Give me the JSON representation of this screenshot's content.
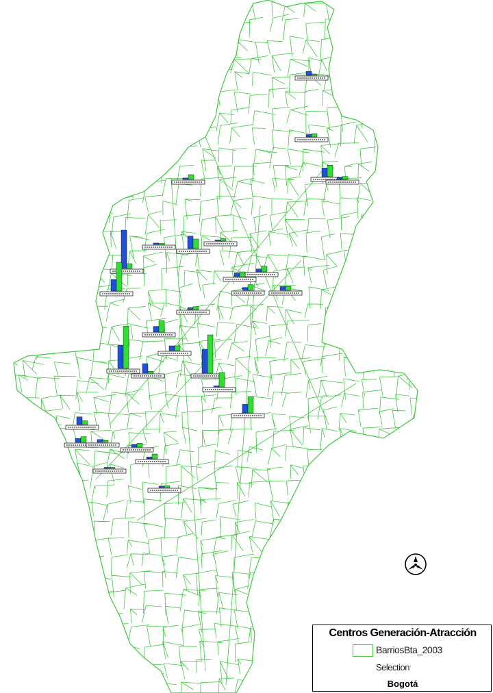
{
  "map": {
    "boundary_color": "#3ec93e",
    "generation_color": "#1f4fe0",
    "attraction_color": "#2ee02e",
    "centers": [
      {
        "label": "",
        "gen": 0.4,
        "att": 0.05
      },
      {
        "label": "",
        "gen": 0.25,
        "att": 0.35
      },
      {
        "label": "",
        "gen": 0.9,
        "att": 1.2
      },
      {
        "label": "",
        "gen": 0.15,
        "att": 0.5
      },
      {
        "label": "",
        "gen": 0.2,
        "att": 0.3
      },
      {
        "label": "",
        "gen": 0.1,
        "att": 0.25
      },
      {
        "label": "",
        "gen": 0.15,
        "att": 0.1
      },
      {
        "label": "",
        "gen": 1.3,
        "att": 1.0
      },
      {
        "label": "",
        "gen": 4.0,
        "att": 0.5
      },
      {
        "label": "",
        "gen": 0.3,
        "att": 0.6
      },
      {
        "label": "",
        "gen": 0.4,
        "att": 0.5
      },
      {
        "label": "",
        "gen": 0.3,
        "att": 0.6
      },
      {
        "label": "",
        "gen": 0.4,
        "att": 0.4
      },
      {
        "label": "",
        "gen": 1.2,
        "att": 3.0
      },
      {
        "label": "",
        "gen": 0.2,
        "att": 0.3
      },
      {
        "label": "",
        "gen": 0.6,
        "att": 1.2
      },
      {
        "label": "",
        "gen": 0.5,
        "att": 0.5
      },
      {
        "label": "",
        "gen": 2.4,
        "att": 4.4
      },
      {
        "label": "",
        "gen": 1.0,
        "att": 0.2
      },
      {
        "label": "",
        "gen": 2.5,
        "att": 4.0
      },
      {
        "label": "",
        "gen": 0.1,
        "att": 1.5
      },
      {
        "label": "",
        "gen": 0.9,
        "att": 1.7
      },
      {
        "label": "",
        "gen": 0.8,
        "att": 0.4
      },
      {
        "label": "",
        "gen": 0.4,
        "att": 0.6
      },
      {
        "label": "",
        "gen": 0.3,
        "att": 0.2
      },
      {
        "label": "",
        "gen": 0.3,
        "att": 0.4
      },
      {
        "label": "",
        "gen": 0.2,
        "att": 0.5
      },
      {
        "label": "",
        "gen": 0.1,
        "att": 0.1
      },
      {
        "label": "",
        "gen": 0.15,
        "att": 0.2
      }
    ]
  },
  "legend": {
    "title": "Centros Generación-Atracción",
    "layer": "BarriosBta_2003",
    "selection": "Selection",
    "city": "Bogotá"
  }
}
